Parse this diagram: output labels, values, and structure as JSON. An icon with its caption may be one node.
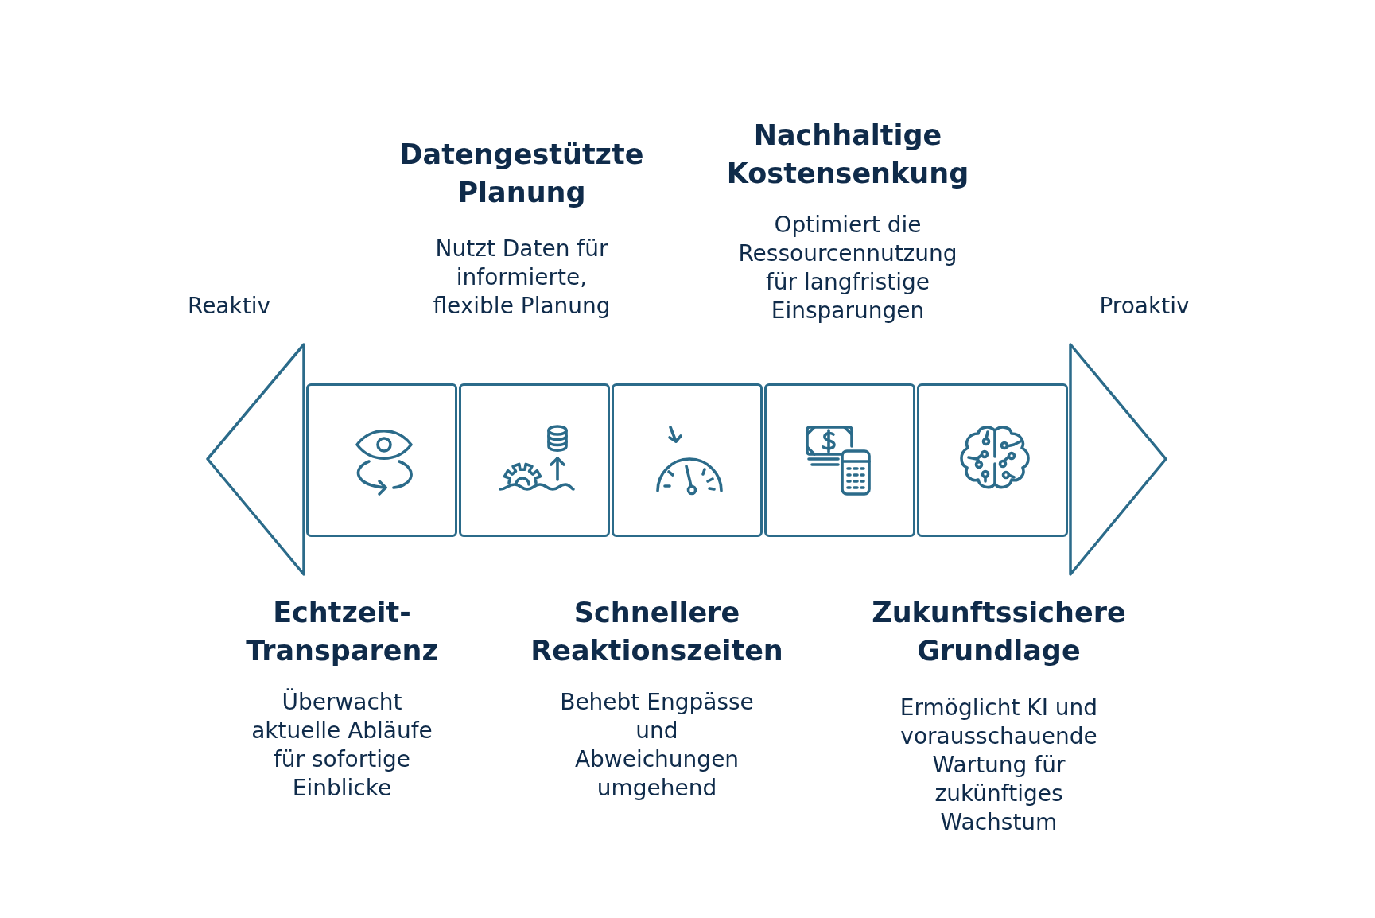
{
  "diagram": {
    "nodes": [
      {
        "text": [],
        "shape": "box",
        "beside": [
          "Echtzeit-Transparenz",
          "Überwacht aktuelle Abläufe für sofortige Einblicke"
        ]
      },
      {
        "text": [],
        "shape": "box",
        "beside": [
          "Datengestützte Planung",
          "Nutzt Daten für informierte, flexible Planung"
        ]
      },
      {
        "text": [],
        "shape": "box",
        "beside": [
          "Schnellere Reaktionszeiten",
          "Behebt Engpässe und Abweichungen umgehend"
        ]
      },
      {
        "text": [],
        "shape": "box",
        "beside": [
          "Nachhaltige Kostensenkung",
          "Optimiert die Ressourcennutzung für langfristige Einsparungen"
        ]
      },
      {
        "text": [],
        "shape": "box",
        "beside": [
          "Zukunftssichere Grundlage",
          "Ermöglicht KI und vorausschauende Wartung für zukünftiges Wachstum"
        ]
      }
    ],
    "labels": [
      "Reaktiv",
      "Proaktiv"
    ]
  }
}
